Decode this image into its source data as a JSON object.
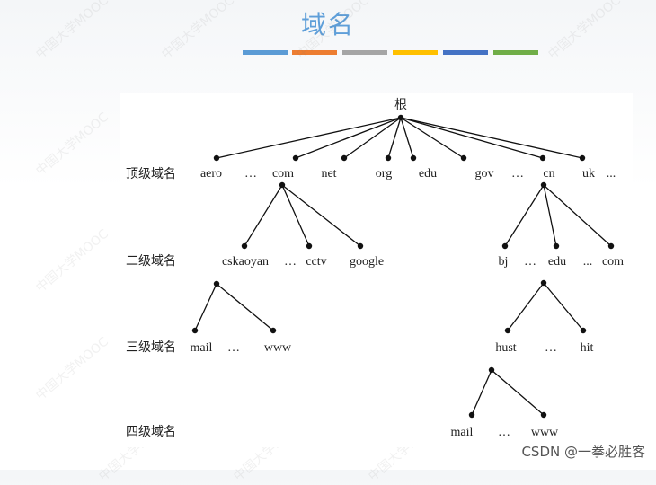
{
  "slide": {
    "title": "域名",
    "title_bar_colors": [
      "#5b9bd5",
      "#ed7d31",
      "#a5a5a5",
      "#ffc000",
      "#4472c4",
      "#70ad47"
    ],
    "watermark": "中国大学MOOC",
    "credit": "CSDN @一拳必胜客"
  },
  "tree": {
    "root": "根",
    "levels": [
      "顶级域名",
      "二级域名",
      "三级域名",
      "四级域名"
    ],
    "top_level": [
      "aero",
      "…",
      "com",
      "net",
      "org",
      "edu",
      "gov",
      "…",
      "cn",
      "uk",
      "..."
    ],
    "com_children": [
      "cskaoyan",
      "…",
      "cctv",
      "google"
    ],
    "cskaoyan_children": [
      "mail",
      "…",
      "www"
    ],
    "cn_children": [
      "bj",
      "…",
      "edu",
      "...",
      "com"
    ],
    "edu_children": [
      "hust",
      "…",
      "hit"
    ],
    "hust_children": [
      "mail",
      "…",
      "www"
    ]
  }
}
